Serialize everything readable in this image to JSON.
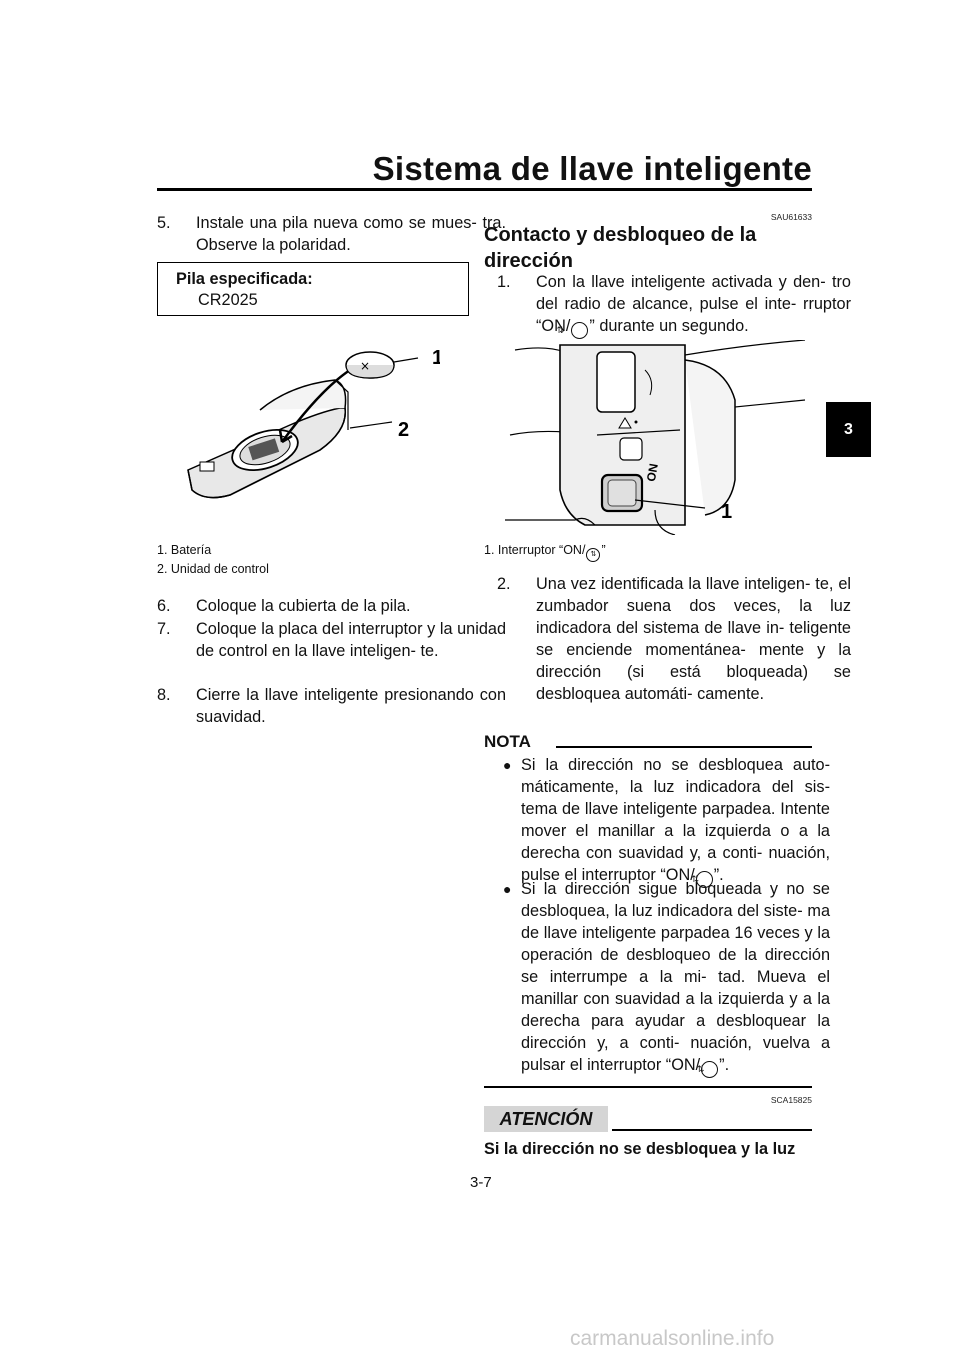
{
  "header": {
    "title": "Sistema de llave inteligente",
    "tab_number": "3"
  },
  "left": {
    "step5": {
      "num": "5.",
      "text": "Instale una pila nueva como se mues- tra. Observe la polaridad."
    },
    "spec": {
      "label": "Pila especificada:",
      "value": "CR2025"
    },
    "figure": {
      "callout1": "1",
      "callout2": "2"
    },
    "captions": [
      "1. Batería",
      "2. Unidad de control"
    ],
    "step6": {
      "num": "6.",
      "text": "Coloque la cubierta de la pila."
    },
    "step7": {
      "num": "7.",
      "text": "Coloque la placa del interruptor y la unidad de control en la llave inteligen- te."
    },
    "step8": {
      "num": "8.",
      "text": "Cierre la llave inteligente presionando con suavidad."
    }
  },
  "right": {
    "section_code": "SAU61633",
    "section_title": "Contacto y desbloqueo de la dirección",
    "step1": {
      "num": "1.",
      "text_a": "Con la llave inteligente activada y den- tro del radio de alcance, pulse el inte- rruptor “ON/",
      "text_b": "” durante un segundo."
    },
    "figure": {
      "callout": "1",
      "switch_text": "ON"
    },
    "caption": {
      "a": "1. Interruptor “ON/",
      "b": "”"
    },
    "step2": {
      "num": "2.",
      "text": "Una vez identificada la llave inteligen- te, el zumbador suena dos veces, la luz indicadora del sistema de llave in- teligente se enciende momentánea- mente y la dirección (si está bloqueada) se desbloquea automáti- camente."
    },
    "nota": {
      "heading": "NOTA",
      "bullet1_a": "Si la dirección no se desbloquea auto- máticamente, la luz indicadora del sis- tema de llave inteligente parpadea. Intente mover el manillar a la izquierda o a la derecha con suavidad y, a conti- nuación, pulse el interruptor “ON/",
      "bullet1_b": "”.",
      "bullet2_a": "Si la dirección sigue bloqueada y no se desbloquea, la luz indicadora del siste- ma de llave inteligente parpadea 16 veces y la operación de desbloqueo de la dirección se interrumpe a la mi- tad. Mueva el manillar con suavidad a la izquierda y a la derecha para ayudar a desbloquear la dirección y, a conti- nuación, vuelva a pulsar el interruptor “ON/",
      "bullet2_b": "”."
    },
    "caution_code": "SCA15825",
    "caution_heading": "ATENCIÓN",
    "caution_text": "Si la dirección no se desbloquea y la luz"
  },
  "footer": {
    "page_number": "3-7",
    "watermark": "carmanualsonline.info"
  },
  "icons": {
    "steering_switch": "steering-unlock-icon",
    "bullet": "bullet-dot"
  }
}
